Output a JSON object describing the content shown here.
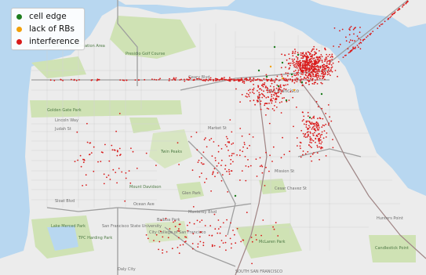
{
  "legend": {
    "items": [
      {
        "label": "cell edge",
        "color": "#1e7d1e"
      },
      {
        "label": "lack of RBs",
        "color": "#f2a007"
      },
      {
        "label": "interference",
        "color": "#d91a1a"
      }
    ]
  },
  "map_labels": {
    "golden_gate_park_recreation": "Golden Gate Nat'l Recreation Area",
    "golden_gate_park": "Golden Gate Park",
    "presidio": "Presidio Golf Course",
    "sf": "San Francisco",
    "twin_peaks": "Twin Peaks",
    "glen_park": "Glen Park",
    "mount_davidson": "Mount Davidson",
    "lake_merced": "Lake Merced Park",
    "tpc_harding": "TPC Harding Park",
    "sf_state": "San Francisco State University",
    "city_college": "City College of San Francisco",
    "mclaren": "McLaren Park",
    "candlestick": "Candlestick Point",
    "hunters_point": "Hunters Point",
    "daly_city": "Daly City",
    "south_sf": "SOUTH SAN FRANCISCO",
    "geary": "Geary Blvd",
    "lincoln": "Lincoln Way",
    "judah": "Judah St",
    "ocean": "Ocean Ave",
    "market": "Market St",
    "mission": "Mission St",
    "sloat": "Sloat Blvd",
    "monterey": "Monterey Blvd",
    "cesar": "Cesar Chavez St",
    "balboa": "Balboa Park"
  },
  "colors": {
    "water": "#b8d7f0",
    "land": "#ececec",
    "park": "#cfe2b4",
    "road": "#c8c8c8",
    "highway": "#9e9e9e",
    "cell_edge": "#1e7d1e",
    "lack_of_rbs": "#f2a007",
    "interference": "#d91a1a"
  }
}
